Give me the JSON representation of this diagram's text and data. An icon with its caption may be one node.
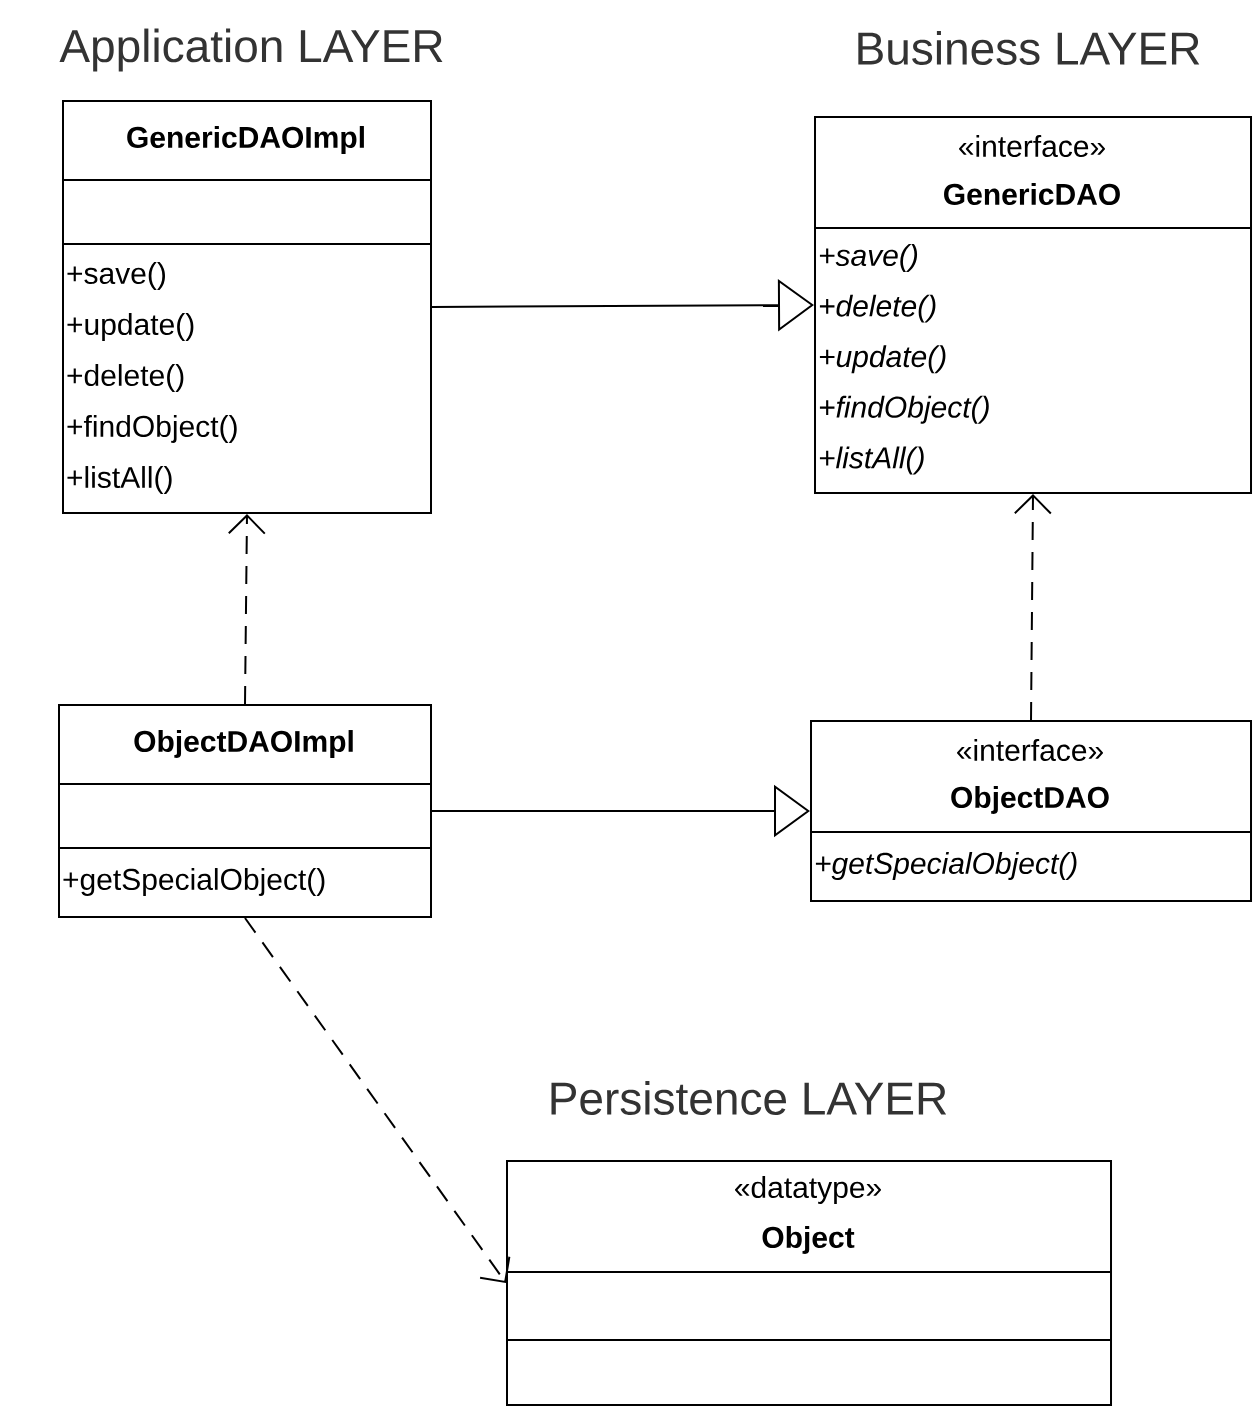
{
  "diagram": {
    "nodes": [
      {
        "text": [
          "GenericDAOImpl",
          "+save()",
          "+update()",
          "+delete()",
          "+findObject()",
          "+listAll()"
        ]
      },
      {
        "text": [
          "«interface»",
          "GenericDAO",
          "+save()",
          "+delete()",
          "+update()",
          "+findObject()",
          "+listAll()"
        ]
      },
      {
        "text": [
          "ObjectDAOImpl",
          "+getSpecialObject()"
        ]
      },
      {
        "text": [
          "«interface»",
          "ObjectDAO",
          "+getSpecialObject()"
        ]
      },
      {
        "text": [
          "«datatype»",
          "Object"
        ]
      }
    ],
    "edges": [
      {
        "from": 0,
        "to": 1,
        "arrow": "to"
      },
      {
        "from": 2,
        "to": 0,
        "arrow": "to",
        "style": "dashed"
      },
      {
        "from": 3,
        "to": 1,
        "arrow": "to",
        "style": "dashed"
      },
      {
        "from": 2,
        "to": 3,
        "arrow": "to"
      },
      {
        "from": 2,
        "to": 4,
        "arrow": "to",
        "style": "dashed"
      }
    ],
    "labels": [
      "Application LAYER",
      "Business LAYER",
      "Persistence LAYER"
    ]
  }
}
